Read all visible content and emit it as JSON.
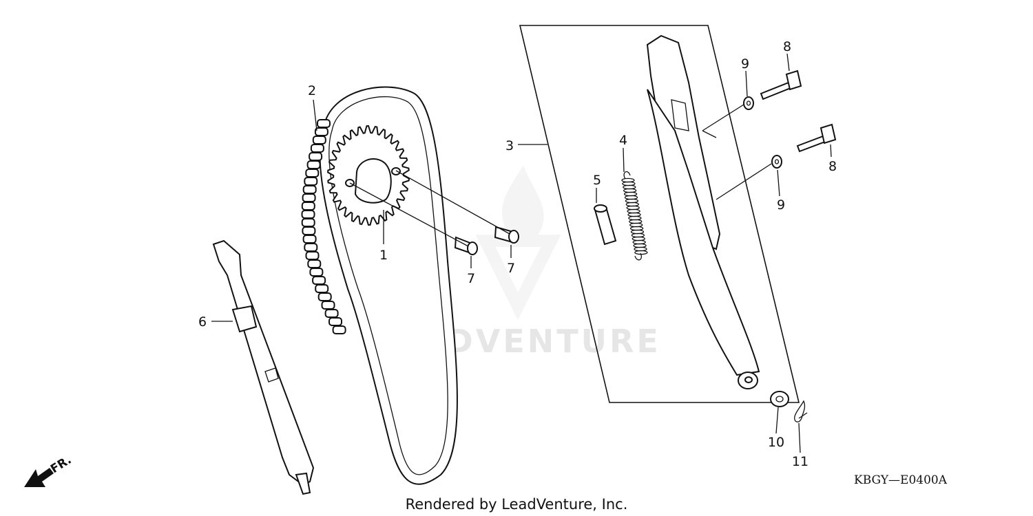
{
  "diagram": {
    "callouts": [
      "1",
      "2",
      "3",
      "4",
      "5",
      "6",
      "7",
      "7",
      "8",
      "8",
      "9",
      "9",
      "10",
      "11"
    ],
    "direction_marker": "FR.",
    "diagram_code": "KBGY—E0400A",
    "credit": "Rendered by LeadVenture, Inc.",
    "watermark": "LEADVENTURE"
  }
}
